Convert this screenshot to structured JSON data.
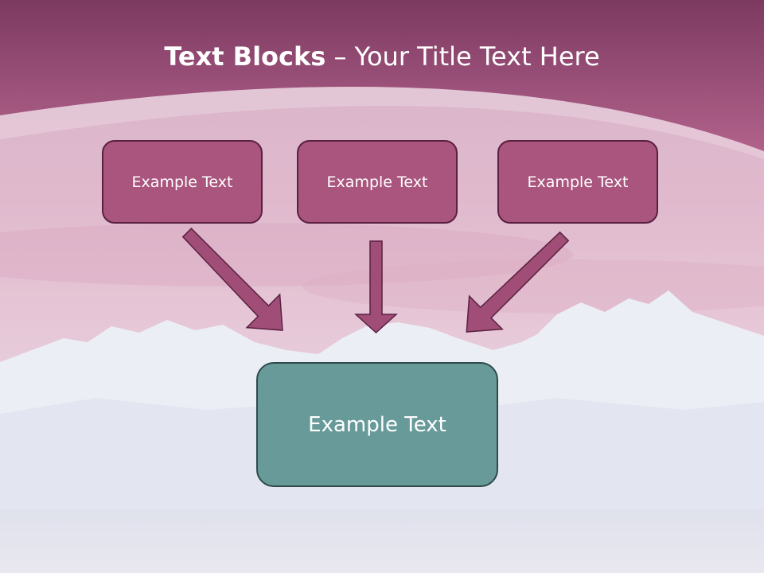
{
  "title": {
    "bold": "Text Blocks",
    "rest": " – Your Title Text Here"
  },
  "boxes": {
    "top_left": "Example Text",
    "top_center": "Example Text",
    "top_right": "Example Text",
    "bottom": "Example Text"
  },
  "colors": {
    "banner": "#a04e78",
    "box_fill": "#a9557e",
    "box_border": "#5a2040",
    "bottom_box_fill": "#689a99",
    "arrow": "#a04e78"
  }
}
